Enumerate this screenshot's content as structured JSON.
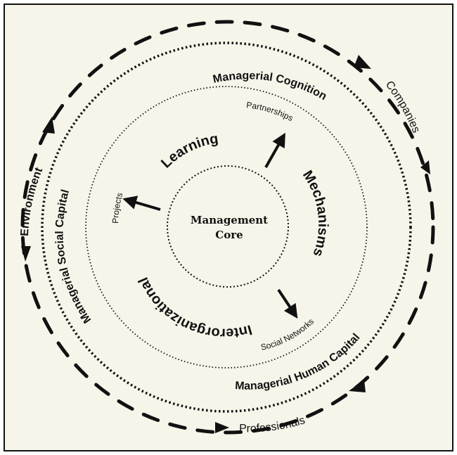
{
  "colors": {
    "page_background": "#ffffff",
    "frame_background": "#f7f5ea",
    "ink": "#111111"
  },
  "center": {
    "line1": "Management",
    "line2": "Core"
  },
  "inner_ring": {
    "learning": "Learning",
    "mechanisms": "Mechanisms",
    "interorganizational": "Interorganizational",
    "partnerships": "Partnerships",
    "projects": "Projects",
    "social_networks": "Social Networks"
  },
  "middle_ring": {
    "managerial_cognition": "Managerial Cognition",
    "managerial_social_capital": "Managerial Social Capital",
    "managerial_human_capital": "Managerial Human Capital"
  },
  "outer_ring": {
    "companies": "Companies",
    "environment": "Environment",
    "professionals": "Professionals"
  }
}
